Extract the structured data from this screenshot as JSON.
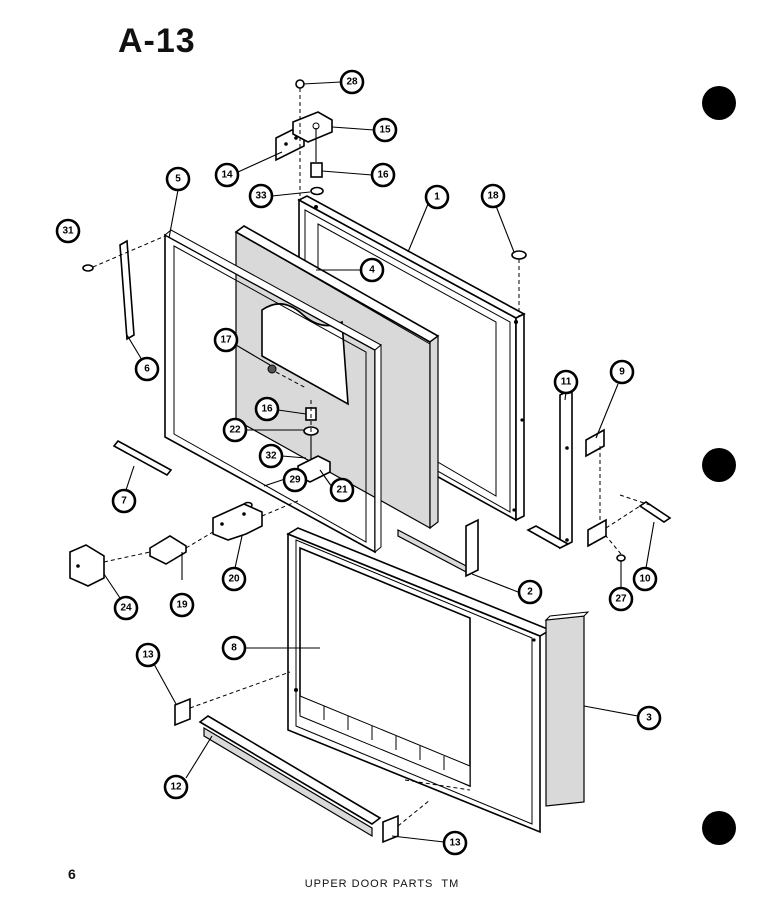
{
  "sheet_title": "A-13",
  "page_number": "6",
  "caption": {
    "main": "UPPER DOOR PARTS",
    "mark": "TM"
  },
  "callouts": [
    "28",
    "15",
    "14",
    "16",
    "33",
    "1",
    "18",
    "5",
    "31",
    "4",
    "6",
    "17",
    "11",
    "9",
    "16",
    "22",
    "32",
    "29",
    "21",
    "7",
    "20",
    "19",
    "24",
    "2",
    "10",
    "27",
    "8",
    "13",
    "3",
    "12",
    "13"
  ]
}
